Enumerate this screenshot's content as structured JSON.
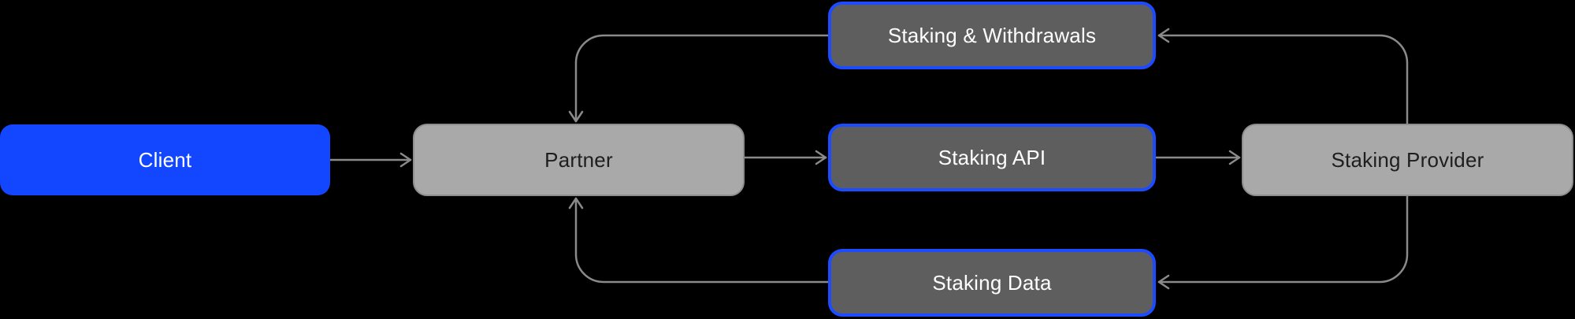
{
  "diagram": {
    "nodes": {
      "client": "Client",
      "partner": "Partner",
      "staking_withdrawals": "Staking & Withdrawals",
      "staking_api": "Staking API",
      "staking_data": "Staking Data",
      "staking_provider": "Staking Provider"
    },
    "edges": [
      {
        "from": "client",
        "to": "partner"
      },
      {
        "from": "partner",
        "to": "staking_api"
      },
      {
        "from": "staking_api",
        "to": "staking_provider"
      },
      {
        "from": "staking_provider",
        "to": "staking_withdrawals"
      },
      {
        "from": "staking_withdrawals",
        "to": "partner"
      },
      {
        "from": "staking_provider",
        "to": "staking_data"
      },
      {
        "from": "staking_data",
        "to": "partner"
      }
    ],
    "colors": {
      "background": "#000000",
      "client_fill": "#1246FF",
      "light_node_fill": "#A9A9A9",
      "dark_node_fill": "#5E5E5E",
      "dark_node_border": "#1D4BFF",
      "connector": "#8A8A8A"
    }
  }
}
